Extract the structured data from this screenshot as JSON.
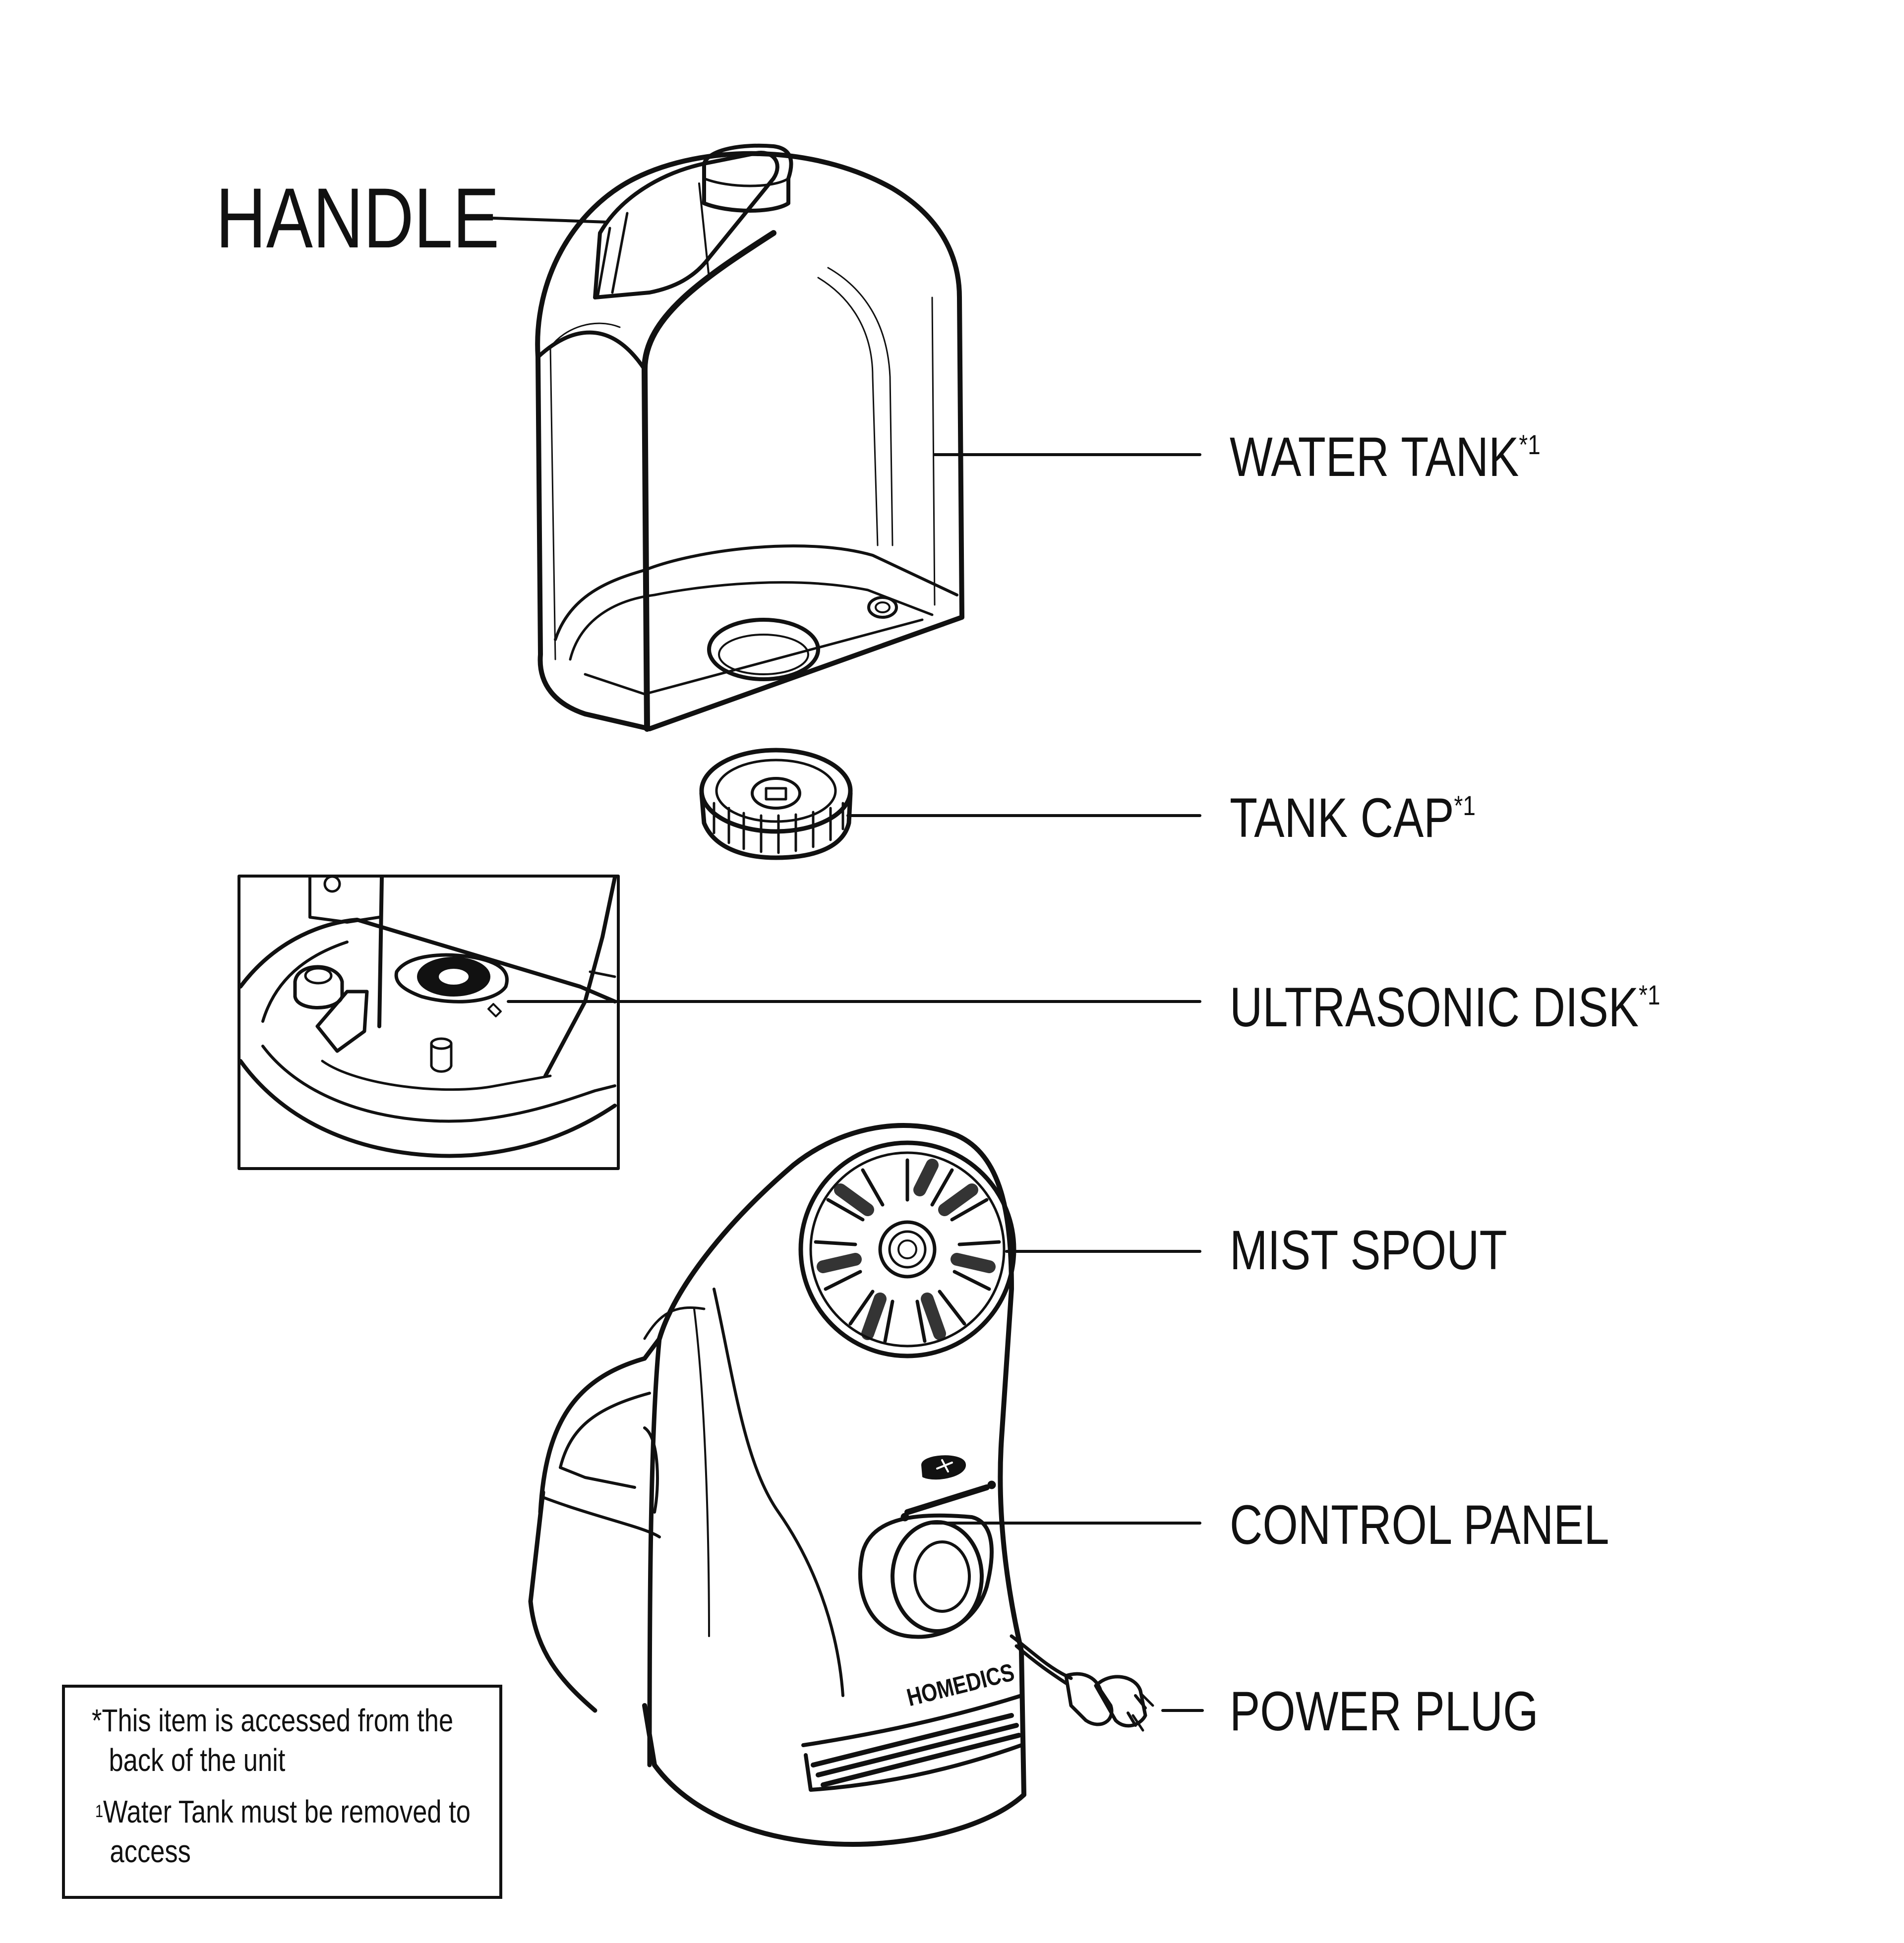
{
  "labels": {
    "handle": "HANDLE",
    "water_tank": "WATER TANK",
    "tank_cap": "TANK CAP",
    "ultrasonic_disk": "ULTRASONIC DISK",
    "mist_spout": "MIST SPOUT",
    "control_panel": "CONTROL PANEL",
    "power_plug": "POWER PLUG",
    "footnote_marker": "*1"
  },
  "notes": {
    "note1_line1": "*This item is accessed from the",
    "note1_line2": "back of the unit",
    "note2_marker": "1",
    "note2_line1": "Water Tank must be removed to",
    "note2_line2": "access"
  },
  "brand": "HOMEDICS"
}
